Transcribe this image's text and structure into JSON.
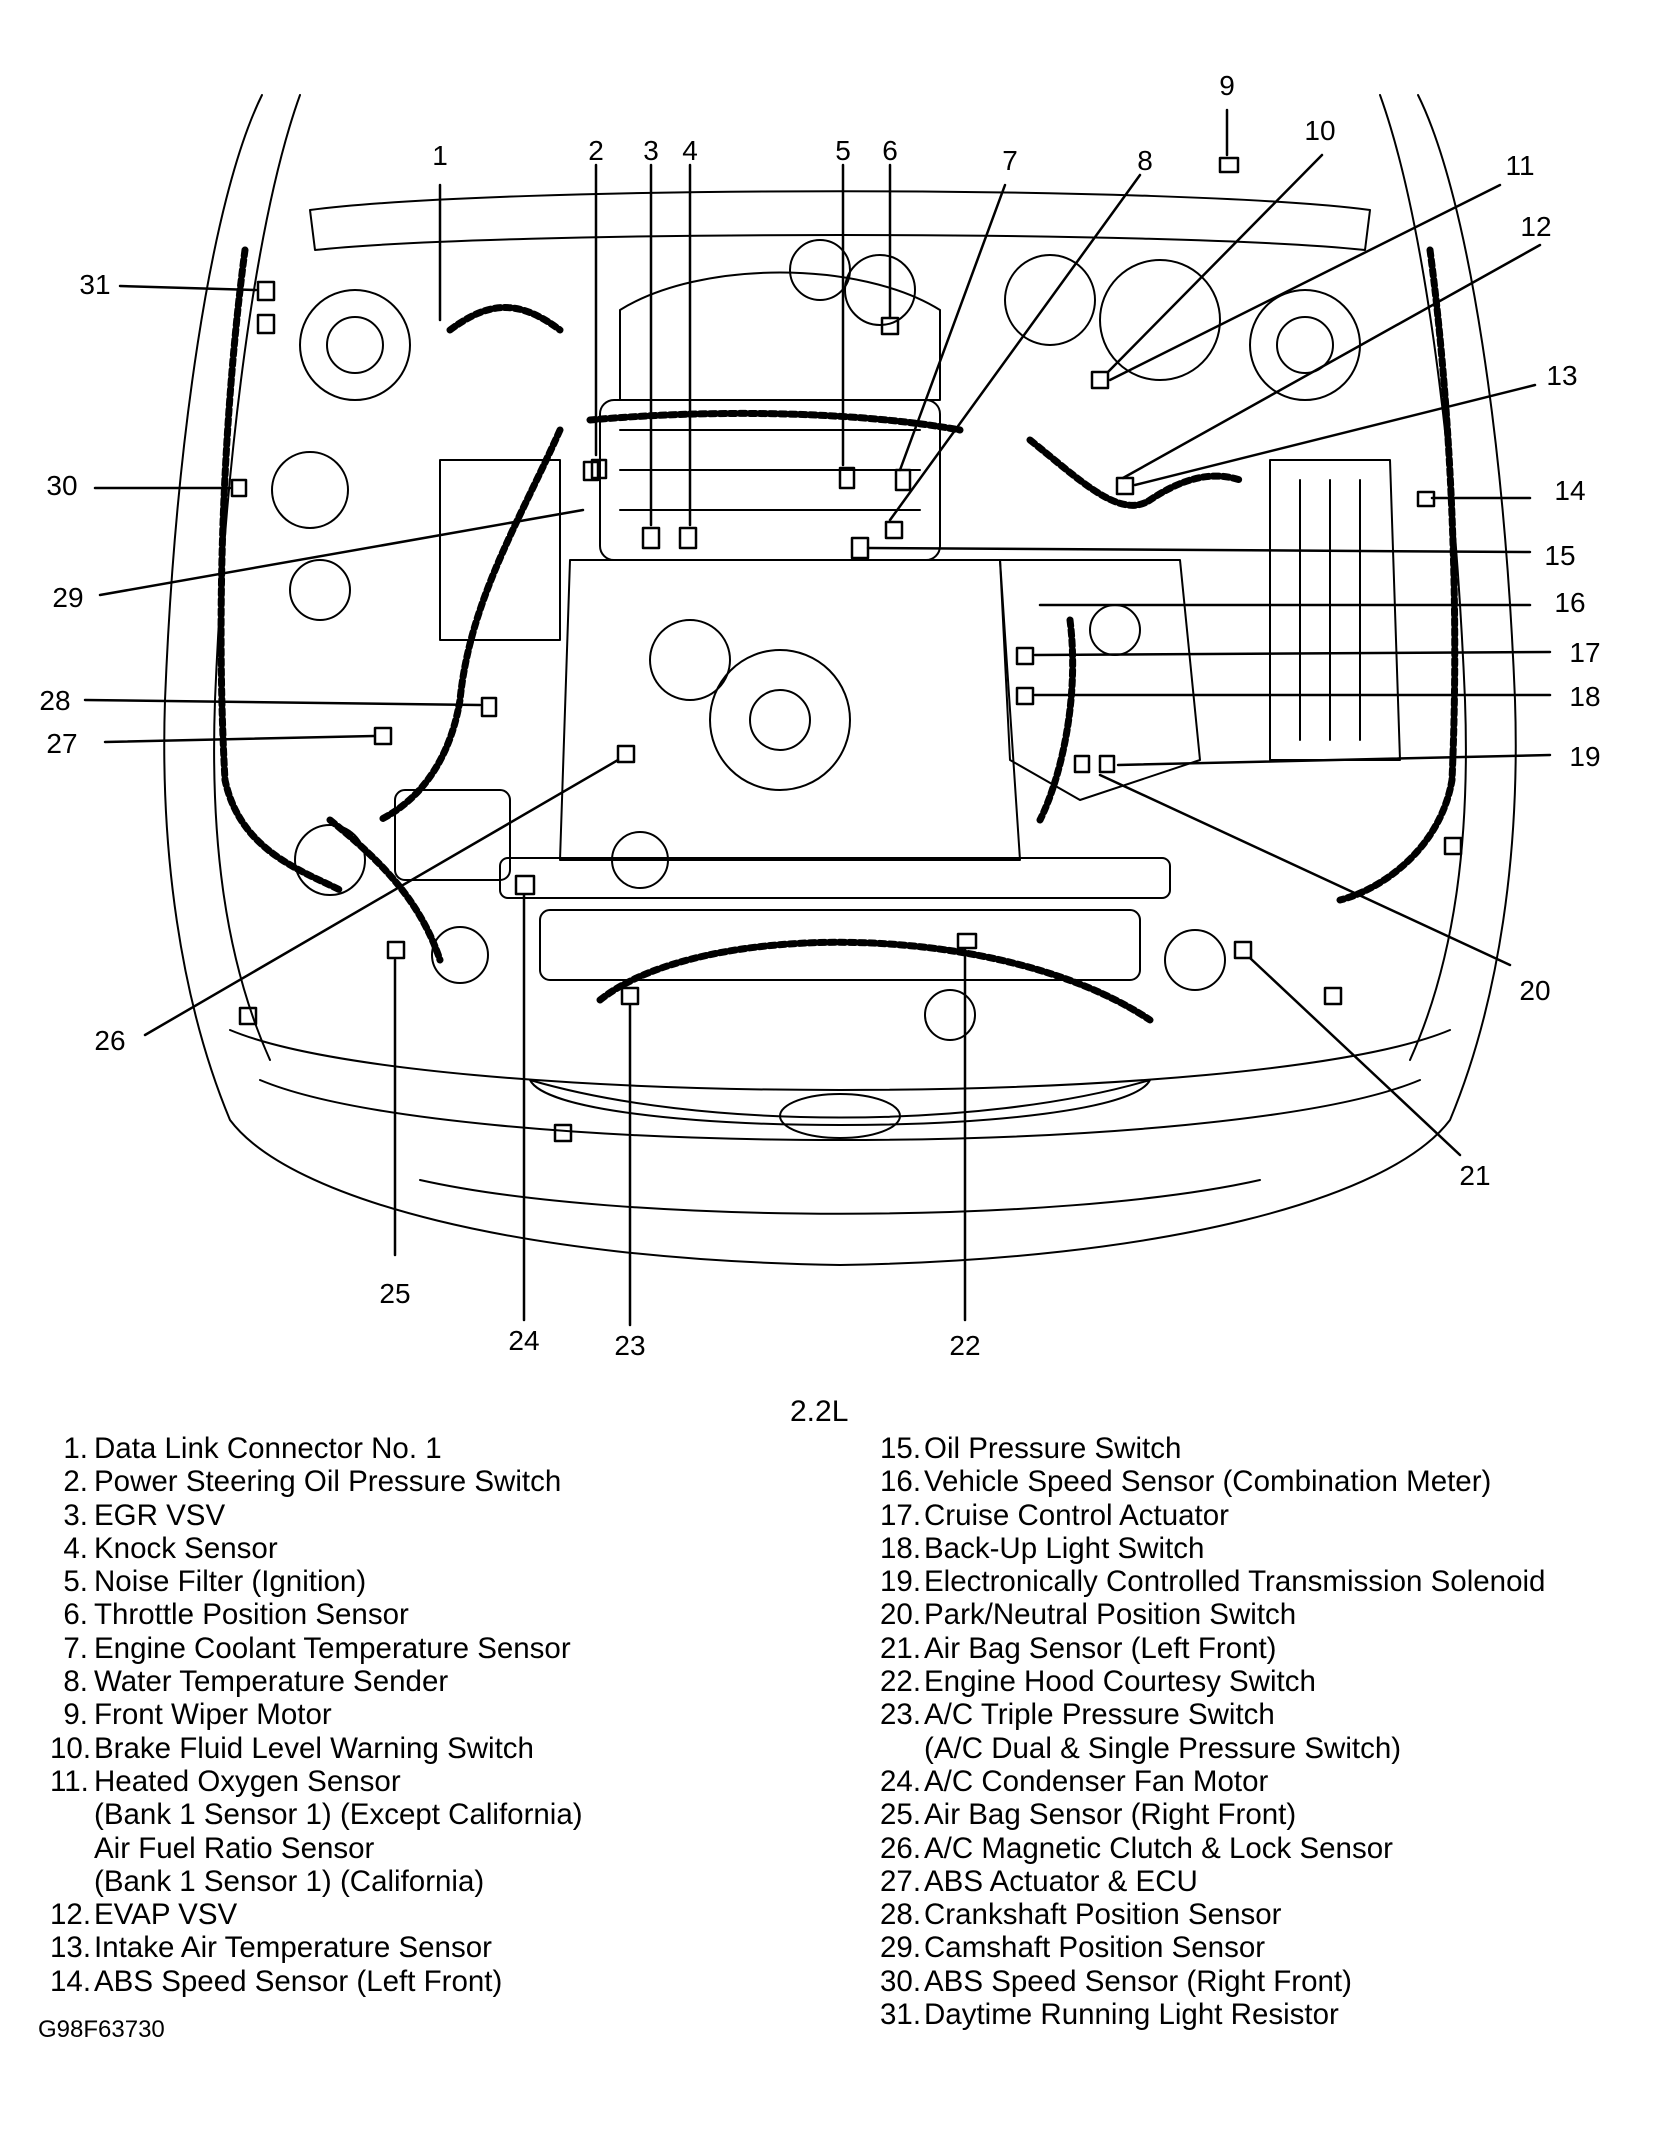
{
  "subtitle": "2.2L",
  "figure_id": "G98F63730",
  "callouts": [
    {
      "n": "1",
      "label": "Data Link Connector No. 1"
    },
    {
      "n": "2",
      "label": "Power Steering Oil Pressure Switch"
    },
    {
      "n": "3",
      "label": "EGR VSV"
    },
    {
      "n": "4",
      "label": "Knock Sensor"
    },
    {
      "n": "5",
      "label": "Noise Filter (Ignition)"
    },
    {
      "n": "6",
      "label": "Throttle Position Sensor"
    },
    {
      "n": "7",
      "label": "Engine Coolant Temperature Sensor"
    },
    {
      "n": "8",
      "label": "Water Temperature Sender"
    },
    {
      "n": "9",
      "label": "Front Wiper Motor"
    },
    {
      "n": "10",
      "label": "Brake Fluid Level Warning Switch"
    },
    {
      "n": "11",
      "label": "Heated Oxygen Sensor",
      "extra": [
        "(Bank 1 Sensor 1) (Except California)",
        "Air Fuel Ratio Sensor",
        "(Bank 1 Sensor 1) (California)"
      ]
    },
    {
      "n": "12",
      "label": "EVAP VSV"
    },
    {
      "n": "13",
      "label": "Intake Air Temperature Sensor"
    },
    {
      "n": "14",
      "label": "ABS Speed Sensor (Left Front)"
    },
    {
      "n": "15",
      "label": "Oil Pressure Switch"
    },
    {
      "n": "16",
      "label": "Vehicle Speed Sensor (Combination Meter)"
    },
    {
      "n": "17",
      "label": "Cruise Control Actuator"
    },
    {
      "n": "18",
      "label": "Back-Up Light Switch"
    },
    {
      "n": "19",
      "label": "Electronically Controlled Transmission Solenoid"
    },
    {
      "n": "20",
      "label": "Park/Neutral Position Switch"
    },
    {
      "n": "21",
      "label": "Air Bag Sensor (Left Front)"
    },
    {
      "n": "22",
      "label": "Engine Hood Courtesy Switch"
    },
    {
      "n": "23",
      "label": "A/C Triple Pressure Switch",
      "extra": [
        "(A/C Dual & Single Pressure Switch)"
      ]
    },
    {
      "n": "24",
      "label": "A/C Condenser Fan Motor"
    },
    {
      "n": "25",
      "label": "Air Bag Sensor (Right Front)"
    },
    {
      "n": "26",
      "label": "A/C Magnetic Clutch & Lock Sensor"
    },
    {
      "n": "27",
      "label": "ABS Actuator & ECU"
    },
    {
      "n": "28",
      "label": "Crankshaft Position Sensor"
    },
    {
      "n": "29",
      "label": "Camshaft Position Sensor"
    },
    {
      "n": "30",
      "label": "ABS Speed Sensor (Right Front)"
    },
    {
      "n": "31",
      "label": "Daytime Running Light Resistor"
    }
  ]
}
